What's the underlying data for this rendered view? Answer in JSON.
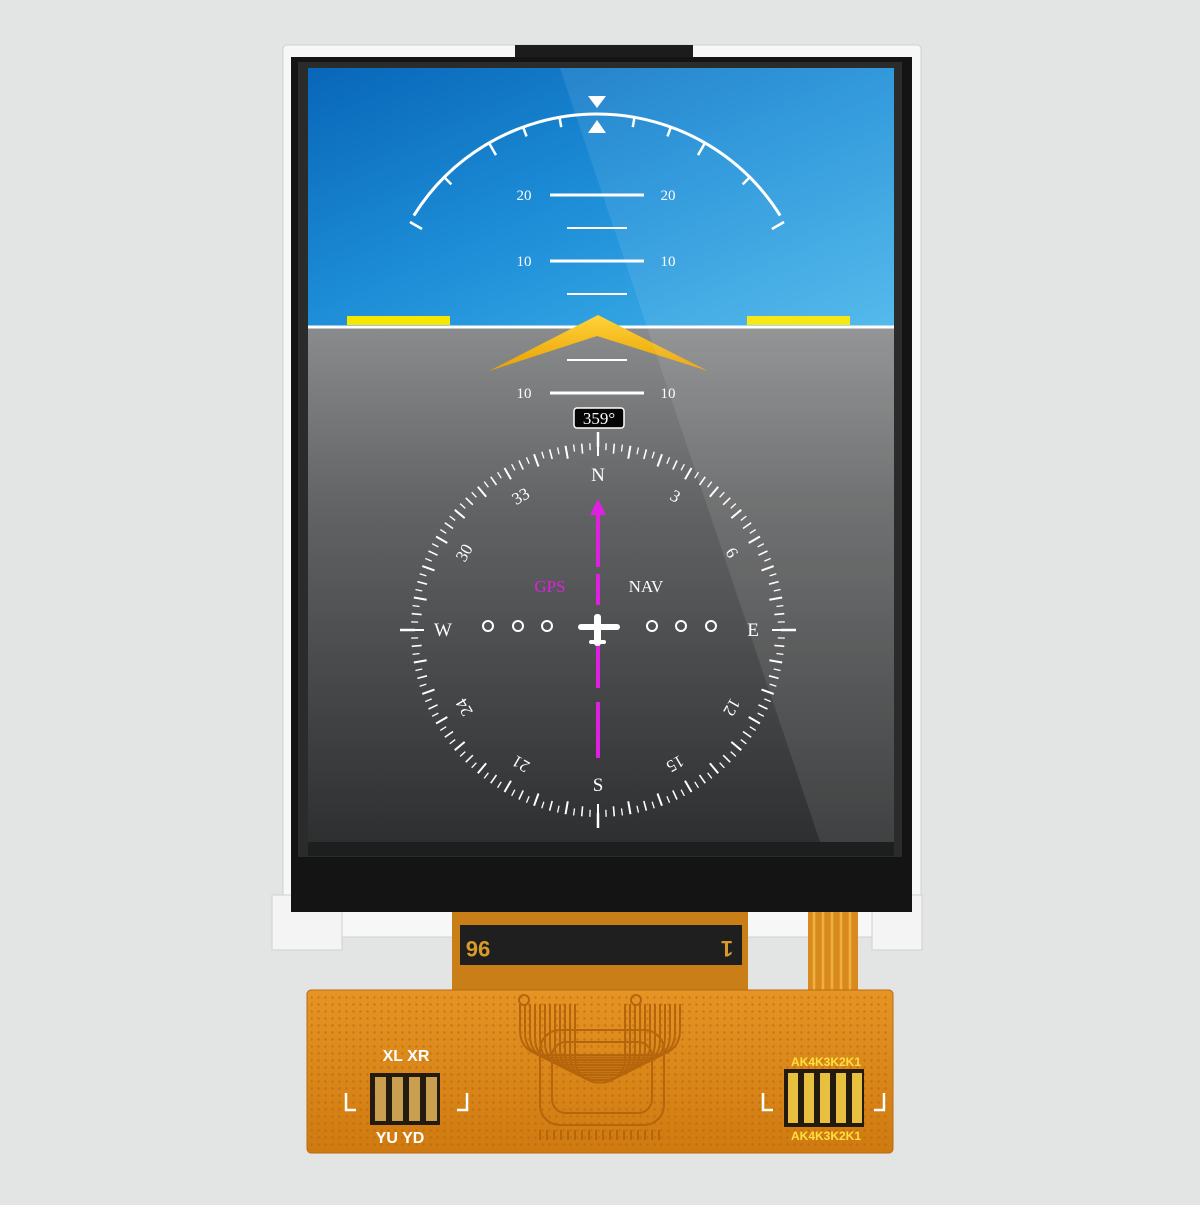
{
  "colors": {
    "background": "#e3e4e4",
    "sky_top": "#0a6fbf",
    "sky_bottom": "#2a9ee0",
    "ground_top": "#7c7d7e",
    "ground_bottom": "#2c2d2e",
    "horizon": "#ffffff",
    "wing_markers": "#f6e600",
    "chevron": "#f4b800",
    "gps_magenta": "#e020e0",
    "fpc_orange": "#e08a18"
  },
  "attitude": {
    "pitch_labels": [
      {
        "left": "20",
        "right": "20",
        "pitch": 20
      },
      {
        "left": "10",
        "right": "10",
        "pitch": 10
      },
      {
        "left": "10",
        "right": "10",
        "pitch": -10
      }
    ]
  },
  "compass": {
    "heading_readout": "359°",
    "cardinals": {
      "north": "N",
      "east": "E",
      "south": "S",
      "west": "W"
    },
    "numbers": [
      {
        "label": "3",
        "deg": 30
      },
      {
        "label": "6",
        "deg": 60
      },
      {
        "label": "12",
        "deg": 120
      },
      {
        "label": "15",
        "deg": 150
      },
      {
        "label": "21",
        "deg": 210
      },
      {
        "label": "24",
        "deg": 240
      },
      {
        "label": "30",
        "deg": 300
      },
      {
        "label": "33",
        "deg": 330
      }
    ],
    "gps_label": "GPS",
    "nav_label": "NAV"
  },
  "fpc": {
    "pin_last": "96",
    "pin_first": "1",
    "touch_top_labels": "XL XR",
    "touch_bottom_labels": "YU YD",
    "backlight_labels": "AK4K3K2K1"
  }
}
